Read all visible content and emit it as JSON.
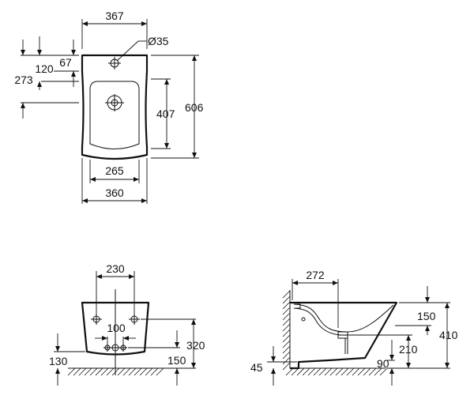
{
  "top_view": {
    "width_top": "367",
    "hole_diameter": "Ø35",
    "offset_120": "120",
    "offset_67": "67",
    "offset_273": "273",
    "inner_length": "407",
    "overall_length": "606",
    "bottom_inner_width": "265",
    "bottom_width": "360"
  },
  "rear_view": {
    "fixing_spacing": "230",
    "inlet_spacing": "100",
    "height_320": "320",
    "height_130": "130",
    "height_150": "150"
  },
  "side_view": {
    "depth_272": "272",
    "height_150": "150",
    "height_410": "410",
    "height_210": "210",
    "height_45": "45",
    "depth_90": "90"
  }
}
